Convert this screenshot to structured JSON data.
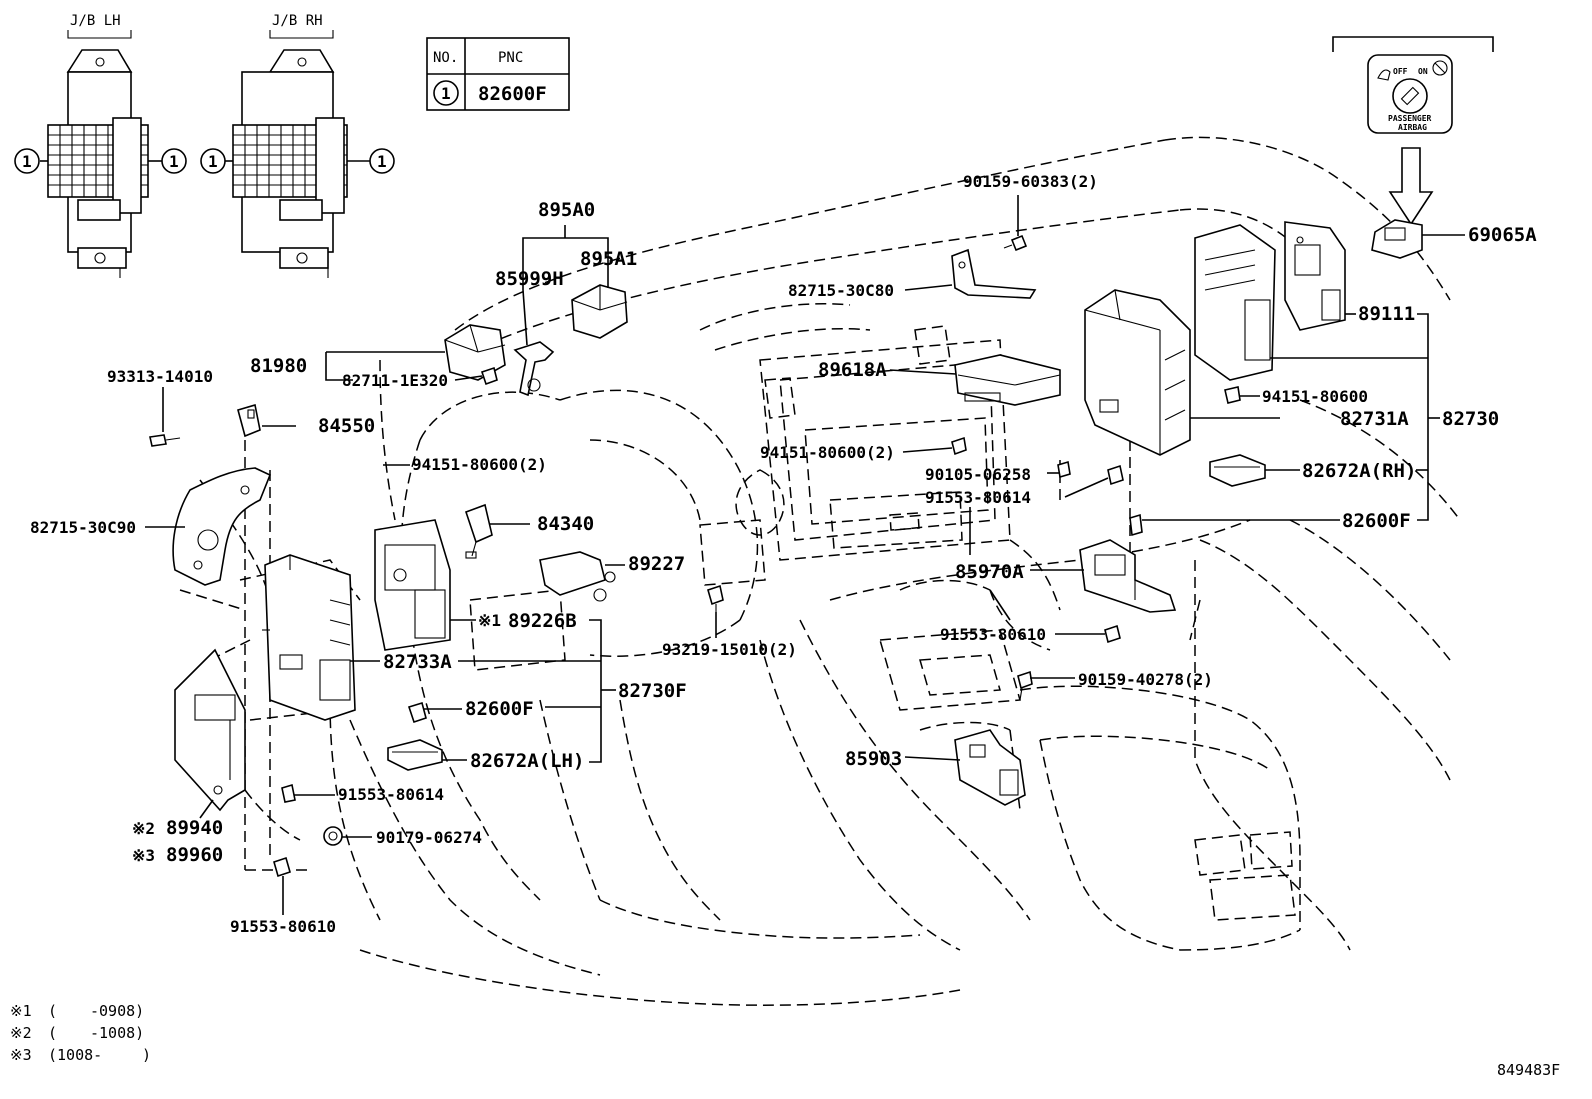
{
  "jb": {
    "left": {
      "title": "J/B LH",
      "callout": "1"
    },
    "right": {
      "title": "J/B RH",
      "callout": "1"
    }
  },
  "pnc_table": {
    "col_no": "NO.",
    "col_pnc": "PNC",
    "row_no": "1",
    "row_pnc": "82600F"
  },
  "airbag_icon": {
    "off": "OFF",
    "on": "ON",
    "line1": "PASSENGER",
    "line2": "AIRBAG"
  },
  "parts": {
    "p895A0": "895A0",
    "p895A1": "895A1",
    "p85999H": "85999H",
    "p81980": "81980",
    "p82711": "82711-1E320",
    "p93313": "93313-14010",
    "p84550": "84550",
    "p94151_2a": "94151-80600(2)",
    "p82715_30C90": "82715-30C90",
    "p84340": "84340",
    "p89227": "89227",
    "p89226B": "89226B",
    "p89226B_mark": "※1",
    "p82733A": "82733A",
    "p82730F": "82730F",
    "p82600F_l": "82600F",
    "p82672A_lh": "82672A(LH)",
    "p91553_80614_l": "91553-80614",
    "p89940": "89940",
    "p89940_mark": "※2",
    "p89960": "89960",
    "p89960_mark": "※3",
    "p90179": "90179-06274",
    "p91553_80610_l": "91553-80610",
    "p93219": "93219-15010(2)",
    "p90159_60383": "90159-60383(2)",
    "p82715_30C80": "82715-30C80",
    "p89618A": "89618A",
    "p94151_2b": "94151-80600(2)",
    "p90105": "90105-06258",
    "p91553_80614_r": "91553-80614",
    "p85970A": "85970A",
    "p91553_80610_r": "91553-80610",
    "p90159_40278": "90159-40278(2)",
    "p85903": "85903",
    "p69065A": "69065A",
    "p89111": "89111",
    "p94151_r": "94151-80600",
    "p82731A": "82731A",
    "p82730": "82730",
    "p82672A_rh": "82672A(RH)",
    "p82600F_r": "82600F"
  },
  "notes": [
    {
      "mark": "※1",
      "open": "(",
      "range": "-0908)"
    },
    {
      "mark": "※2",
      "open": "(",
      "range": "-1008)"
    },
    {
      "mark": "※3",
      "open": "(1008-",
      "range": ")"
    }
  ],
  "diagram_id": "849483F"
}
